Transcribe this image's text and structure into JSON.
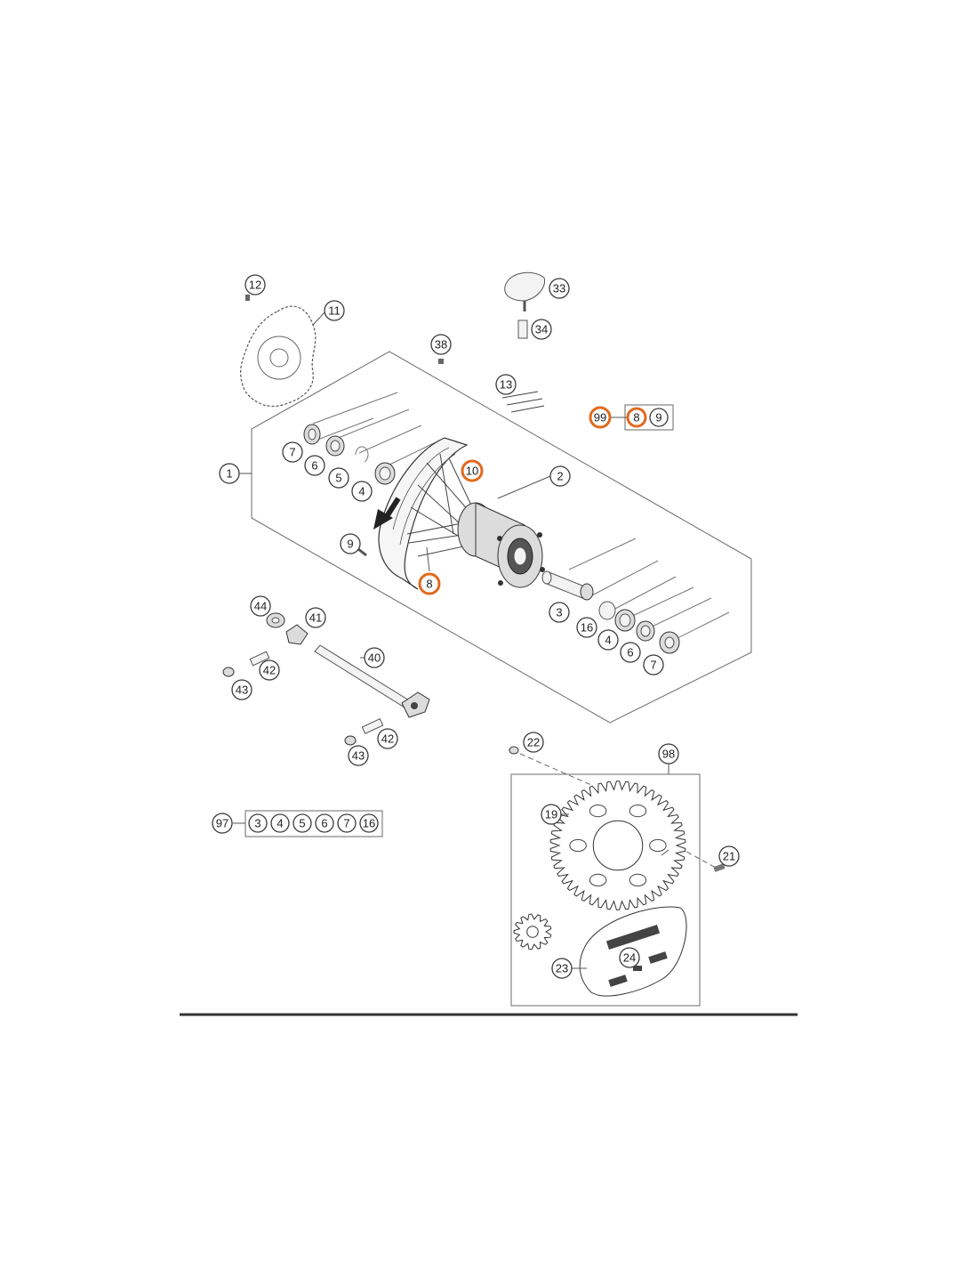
{
  "colors": {
    "highlight": "#e06a1f",
    "line": "#777777",
    "part": "#dcdcdc"
  },
  "callouts": {
    "c1": "1",
    "c2": "2",
    "c3a": "3",
    "c4a": "4",
    "c4b": "4",
    "c5": "5",
    "c6a": "6",
    "c6b": "6",
    "c7a": "7",
    "c7b": "7",
    "c8": "8",
    "c9": "9",
    "c10": "10",
    "c11": "11",
    "c12": "12",
    "c13": "13",
    "c16": "16",
    "c19": "19",
    "c21": "21",
    "c22": "22",
    "c23": "23",
    "c24": "24",
    "c33": "33",
    "c34": "34",
    "c38": "38",
    "c40": "40",
    "c41": "41",
    "c42a": "42",
    "c42b": "42",
    "c43a": "43",
    "c43b": "43",
    "c44": "44",
    "c98": "98"
  },
  "kit99": {
    "label": "99",
    "items": [
      "8",
      "9"
    ]
  },
  "kit97": {
    "label": "97",
    "items": [
      "3",
      "4",
      "5",
      "6",
      "7",
      "16"
    ]
  },
  "footer_rule": true
}
